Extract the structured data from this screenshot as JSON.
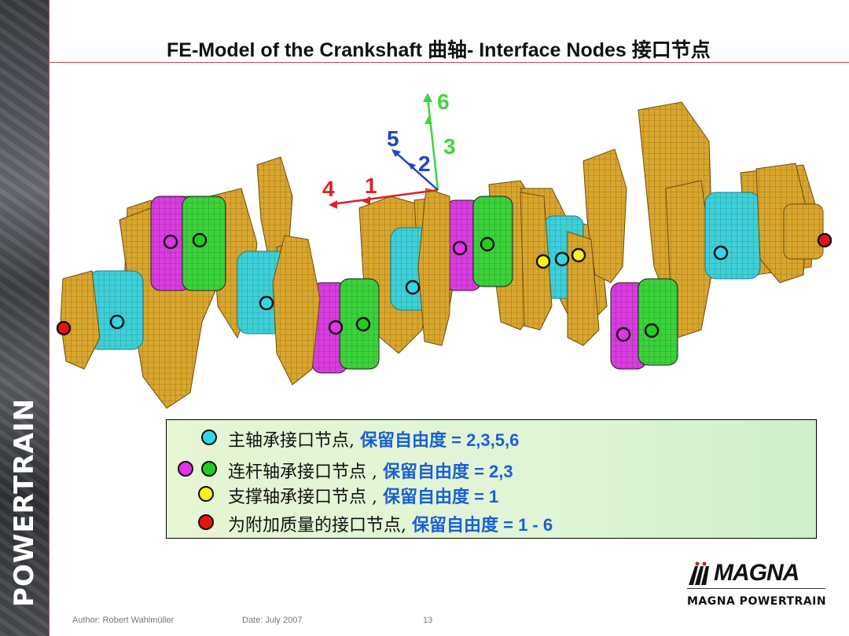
{
  "title": "FE-Model of the Crankshaft 曲轴-  Interface Nodes 接口节点",
  "sidebar_brand": "POWERTRAIN",
  "axes": {
    "labels": [
      "6",
      "5",
      "3",
      "2",
      "4",
      "1"
    ],
    "colors": {
      "green": "#3fd43f",
      "blue": "#2442c8",
      "red": "#e02020"
    }
  },
  "mesh_colors": {
    "gold": "#d7a52c",
    "cyan": "#3fd0d8",
    "magenta": "#d93de0",
    "green": "#3cd23c"
  },
  "legend": [
    {
      "dots": [
        "#33d6e6"
      ],
      "text": "主轴承接口节点, ",
      "dof": "保留自由度 = 2,3,5,6"
    },
    {
      "dots": [
        "#e233e6",
        "#22cc22"
      ],
      "text": "连杆轴承接口节点 , ",
      "dof": "保留自由度 = 2,3"
    },
    {
      "dots": [
        "#f5f31a"
      ],
      "text": "支撑轴承接口节点 , ",
      "dof": "保留自由度 = 1"
    },
    {
      "dots": [
        "#e81313"
      ],
      "text": "为附加质量的接口节点, ",
      "dof": "保留自由度 = 1 - 6"
    }
  ],
  "logo": {
    "word": "MAGNA",
    "sub": "MAGNA POWERTRAIN"
  },
  "footer": {
    "author": "Author: Robert Wahlmüller",
    "date": "Date: July 2007",
    "page": "13"
  }
}
